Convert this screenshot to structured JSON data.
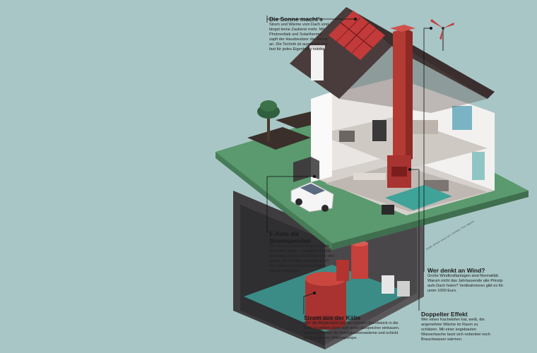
{
  "callouts": {
    "sun": {
      "title": "Die Sonne macht’s",
      "body": "Strom und Wärme vom Dach sind längst keine Zauberei mehr. Mit Photovoltaik und Solarthermie zapft der Hausbesitzer die Sonne an. Die Technik ist ausgereift und fast für jedes Eigenheim nutzbar."
    },
    "ecar": {
      "title": "E-Auto als Stromspeicher",
      "body": "Das E-Auto mit dem Sonnenstrom vom Dach laden – bewährte Praxis. Aber das E-Auto als Speicher für den Strom, der im Haus benötigt wird? Hier stehen aber noch rechtliche Hürden entgegen."
    },
    "wind": {
      "title": "Wer denkt an Wind?",
      "body": "Große Windkraftanlagen sind Normalität. Warum nicht das Jahrtausende alte Prinzip aufs Dach holen? Vertikalrotoren gibt es für unter 1000 Euro."
    },
    "cold": {
      "title": "Strom aus der Kälte",
      "body": "Wer die Möglichkeit hat, auf seinem Grundstück in die Tiefe zu gehen, kann sich einen Eisspeicher einbauen. Dabei nutzt man die Kristallisationswärme und schickt die Energie zur Wärmepumpe."
    },
    "double": {
      "title": "Doppelter Effekt",
      "body": "Wer einen Kachelofen hat, weiß, die angenehme Wärme im Raum zu schätzen. Mit einer angebauten Wassertasche lasst sich nebenbei noch Brauchwasser wärmen."
    }
  },
  "credit": "Grafik: dimitris zotos /otrz | Schitter | Text: Nguma",
  "colors": {
    "background": "#a9c6c6",
    "lawn": "#5a9a6e",
    "roof": "#4a3c3c",
    "chimney": "#b43a34",
    "solar": "#c23a3a",
    "wall": "#f2f0ee",
    "floor": "#dcd7d3",
    "basement": "#4c4a4c",
    "accent_teal": "#3fa39a"
  }
}
